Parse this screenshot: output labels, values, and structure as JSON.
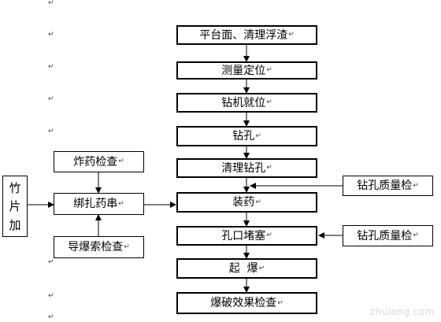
{
  "main_flow": [
    "平台面、清理浮渣",
    "测量定位",
    "钻机就位",
    "钻孔",
    "清理钻孔",
    "装药",
    "孔口堵塞",
    "起  爆",
    "爆破效果检查"
  ],
  "left_boxes": {
    "explosive_check": "炸药检查",
    "bind_string": "绑扎药串",
    "detonating_cord_check": "导爆索检查"
  },
  "right_boxes": {
    "quality_check_1": "钻孔质量检",
    "quality_check_2": "钻孔质量检"
  },
  "side_label": [
    "竹",
    "片",
    "加"
  ],
  "paragraph_mark": "↵",
  "watermark": "zhulong.com",
  "colors": {
    "line": "#000000",
    "box_fill": "#ffffff",
    "mark": "#444444"
  }
}
